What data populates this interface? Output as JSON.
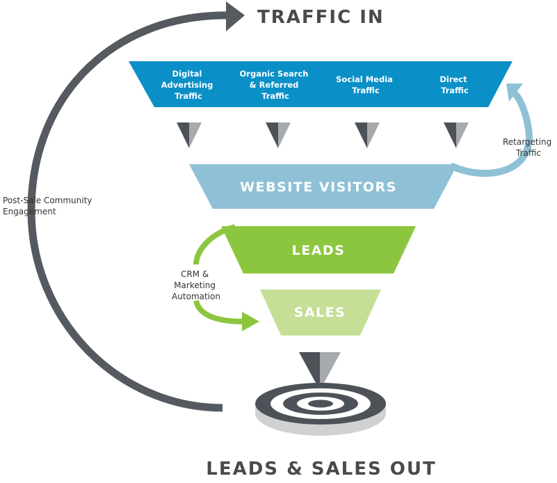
{
  "title_top": "TRAFFIC IN",
  "title_bottom": "LEADS & SALES OUT",
  "sources": [
    [
      "Digital",
      "Advertising",
      "Traffic"
    ],
    [
      "Organic Search",
      "& Referred",
      "Traffic"
    ],
    [
      "Social Media",
      "Traffic"
    ],
    [
      "Direct",
      "Traffic"
    ]
  ],
  "stages": {
    "visitors": "WEBSITE VISITORS",
    "leads": "LEADS",
    "sales": "SALES"
  },
  "side_labels": {
    "retargeting": [
      "Retargeting",
      "Traffic"
    ],
    "crm": [
      "CRM &",
      "Marketing",
      "Automation"
    ],
    "post_sale": [
      "Post-Sale Community",
      "Engagement"
    ]
  },
  "colors": {
    "traffic_band": "#0a8fc7",
    "visitors_band": "#8fc1d6",
    "leads_band": "#8cc63f",
    "sales_band": "#c5df96",
    "loop_arrow": "#555a60",
    "retarget_arrow": "#8fc1d6",
    "crm_arrow": "#8cc63f"
  },
  "icons": [
    "funnel-arrow-icon",
    "target-icon",
    "loop-arrow-icon"
  ]
}
